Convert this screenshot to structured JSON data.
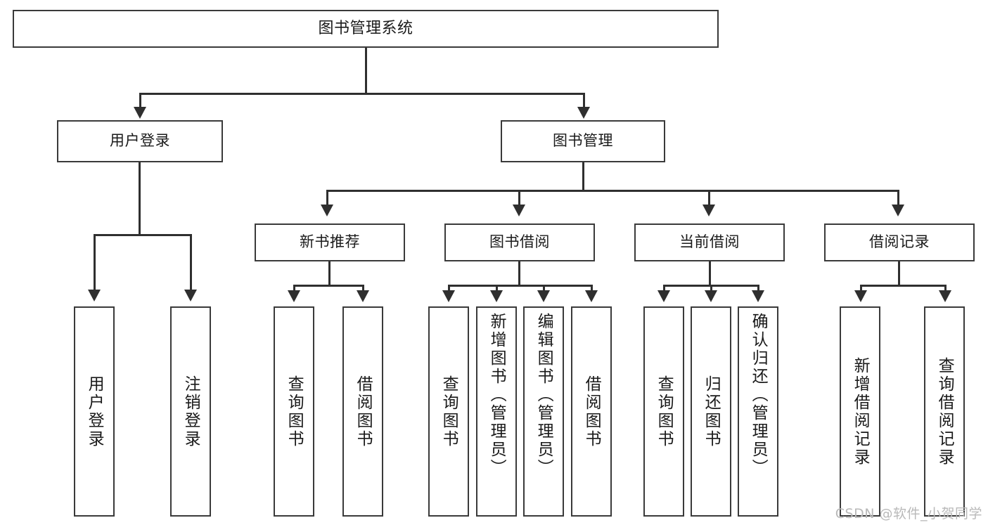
{
  "diagram": {
    "type": "tree",
    "title": "图书管理系统",
    "orientation": "top-down",
    "colors": {
      "box_border": "#3a3a3a",
      "connector": "#2f2f2f",
      "background": "#ffffff",
      "text": "#1a1a1a",
      "watermark": "#b9b9b9"
    },
    "root": {
      "label": "图书管理系统"
    },
    "level1": [
      {
        "label": "用户登录"
      },
      {
        "label": "图书管理"
      }
    ],
    "level2": [
      {
        "label": "新书推荐"
      },
      {
        "label": "图书借阅"
      },
      {
        "label": "当前借阅"
      },
      {
        "label": "借阅记录"
      }
    ],
    "leaves": {
      "user_login": [
        {
          "label": "用户登录"
        },
        {
          "label": "注销登录"
        }
      ],
      "new_book_recommend": [
        {
          "label": "查询图书"
        },
        {
          "label": "借阅图书"
        }
      ],
      "book_borrow": [
        {
          "label": "查询图书"
        },
        {
          "label": "新增图书（管理员）"
        },
        {
          "label": "编辑图书（管理员）"
        },
        {
          "label": "借阅图书"
        }
      ],
      "current_borrow": [
        {
          "label": "查询图书"
        },
        {
          "label": "归还图书"
        },
        {
          "label": "确认归还（管理员）"
        }
      ],
      "borrow_record": [
        {
          "label": "新增借阅记录"
        },
        {
          "label": "查询借阅记录"
        }
      ]
    }
  },
  "watermark": {
    "text": "CSDN @软件_小贺同学"
  }
}
